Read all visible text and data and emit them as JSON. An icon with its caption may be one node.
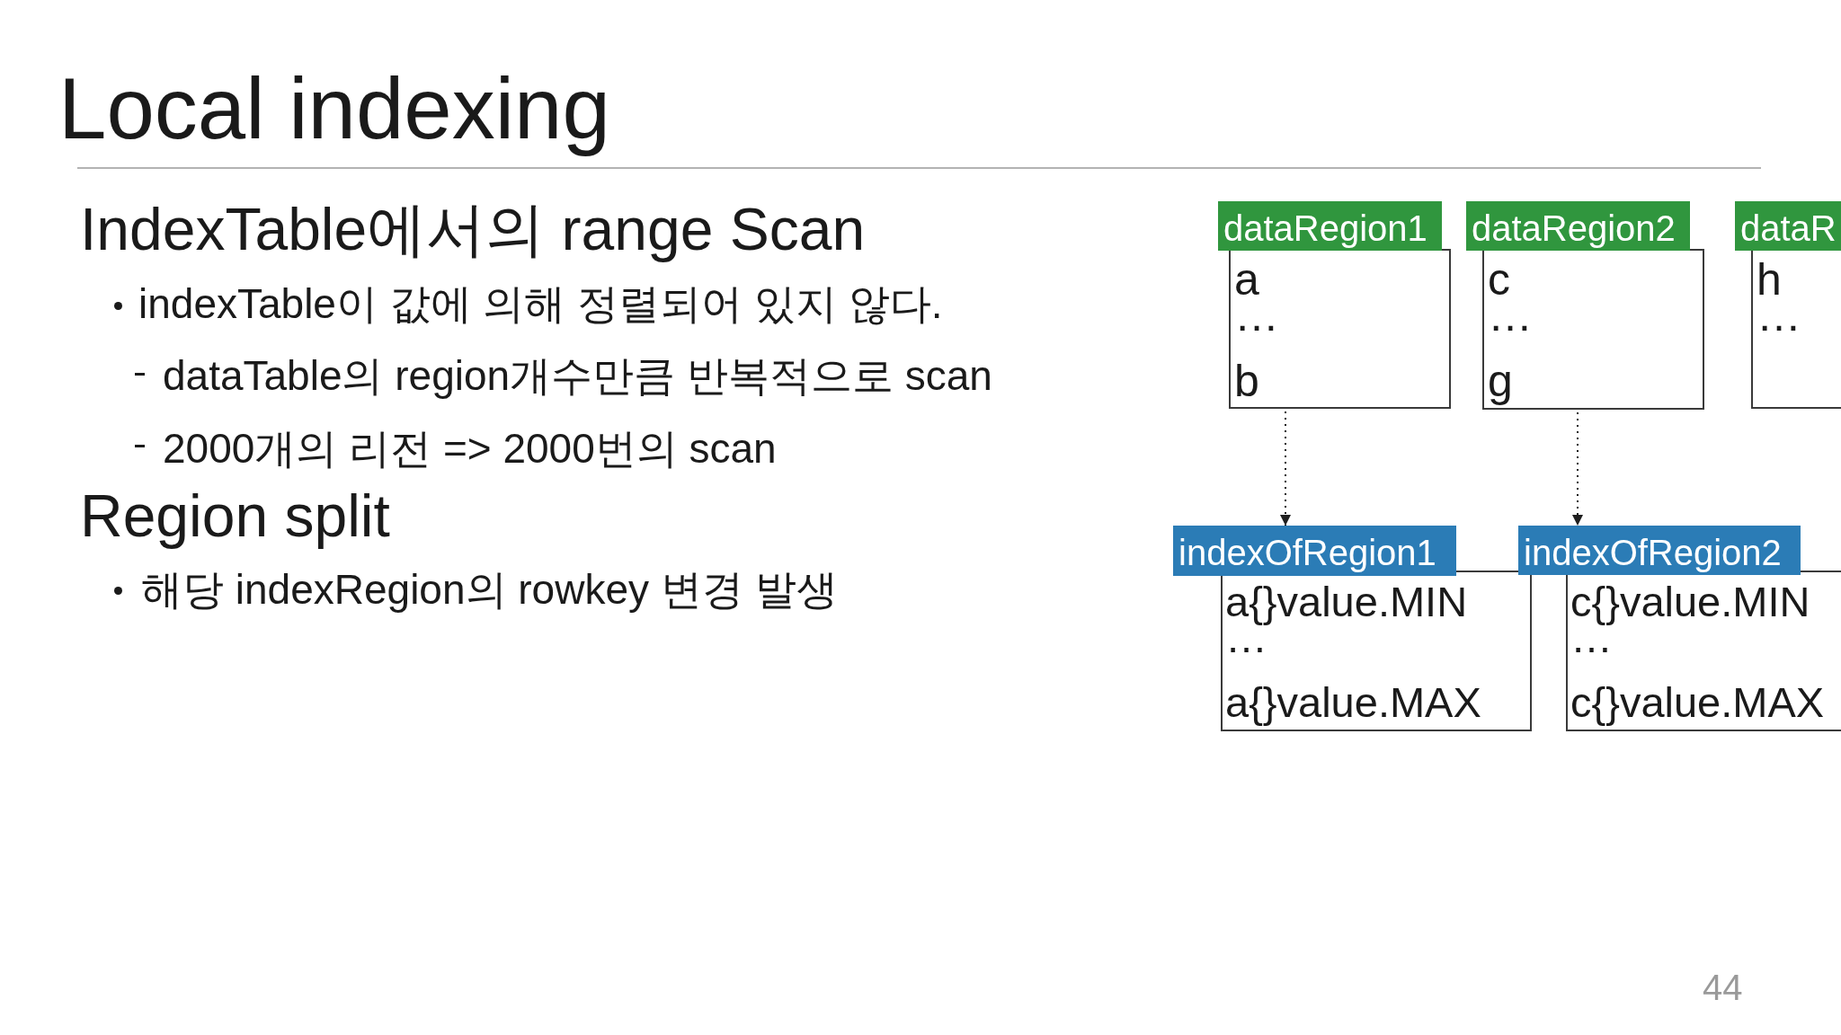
{
  "diagram": {
    "title": "Local indexing",
    "nodes": [
      {
        "text": [
          "dataRegion1",
          "a",
          "…",
          "b"
        ]
      },
      {
        "text": [
          "dataRegion2",
          "c",
          "…",
          "g"
        ]
      },
      {
        "text": [
          "dataR",
          "h",
          "…"
        ]
      },
      {
        "text": [
          "indexOfRegion1",
          "a{}value.MIN",
          "…",
          "a{}value.MAX"
        ]
      },
      {
        "text": [
          "indexOfRegion2",
          "c{}value.MIN",
          "…",
          "c{}value.MAX"
        ]
      }
    ],
    "edges": [
      {
        "from": 0,
        "to": 3,
        "arrow": "to",
        "style": "dashed"
      },
      {
        "from": 1,
        "to": 4,
        "arrow": "to",
        "style": "dashed"
      }
    ],
    "labels": [
      "IndexTable에서의 range Scan",
      "indexTable이 값에 의해 정렬되어 있지 않다.",
      "dataTable의 region개수만큼 반복적으로 scan",
      "2000개의 리전 => 2000번의 scan",
      "Region split",
      "해당 indexRegion의 rowkey 변경 발생",
      "44"
    ]
  }
}
